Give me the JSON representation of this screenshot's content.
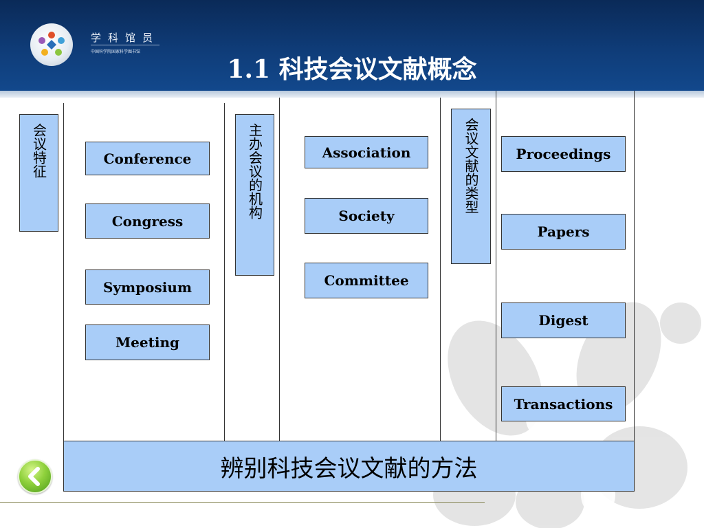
{
  "header": {
    "logo_text_main": "学科馆员",
    "logo_text_sub": "中国科学院国家科学图书馆",
    "title": "1.1 科技会议文献概念"
  },
  "diagram": {
    "features_label": "会议特征",
    "meeting_terms": [
      "Conference",
      "Congress",
      "Symposium",
      "Meeting"
    ],
    "organizers_label": "主办会议的机构",
    "organizer_terms": [
      "Association",
      "Society",
      "Committee"
    ],
    "types_label": "会议文献的类型",
    "type_terms": [
      "Proceedings",
      "Papers",
      "Digest",
      "Transactions"
    ],
    "method_label": "辨别科技会议文献的方法"
  },
  "colors": {
    "header_blue": "#0f3c78",
    "box_fill": "#a9cdf8",
    "back_button_green": "#8fd13c"
  }
}
